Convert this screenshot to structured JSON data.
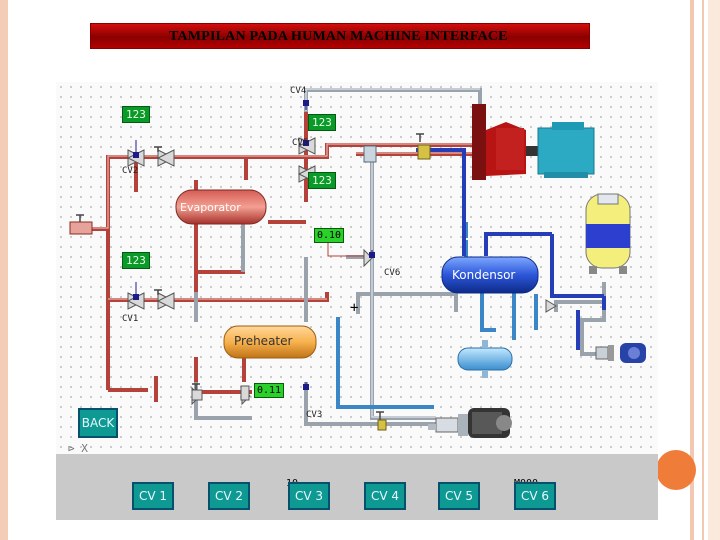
{
  "title": "TAMPILAN PADA HUMAN MACHINE INTERFACE",
  "hmi": {
    "valves": {
      "cv1": "CV1",
      "cv2": "CV2",
      "cv3": "CV3",
      "cv4": "CV4",
      "cv5": "CV5",
      "cv6": "CV6"
    },
    "displays": {
      "d1": "123",
      "d2": "123",
      "d3": "123",
      "d4": "123",
      "d5": "0.10",
      "d6": "0.11"
    },
    "tanks": {
      "evaporator": "Evaporator",
      "preheater": "Preheater",
      "kondensor": "Kondensor"
    },
    "back_label": "BACK",
    "close_mark": "⊳ X",
    "plus_mark": "+",
    "marker_10": "10",
    "marker_100": "M000",
    "bottom_buttons": [
      "CV 1",
      "CV 2",
      "CV 3",
      "CV 4",
      "CV 5",
      "CV 6"
    ]
  },
  "colors": {
    "title_bar": "#b30000",
    "pipe_red": "#b5413b",
    "pipe_blue": "#3a86c6",
    "button_teal": "#0e9a93"
  }
}
